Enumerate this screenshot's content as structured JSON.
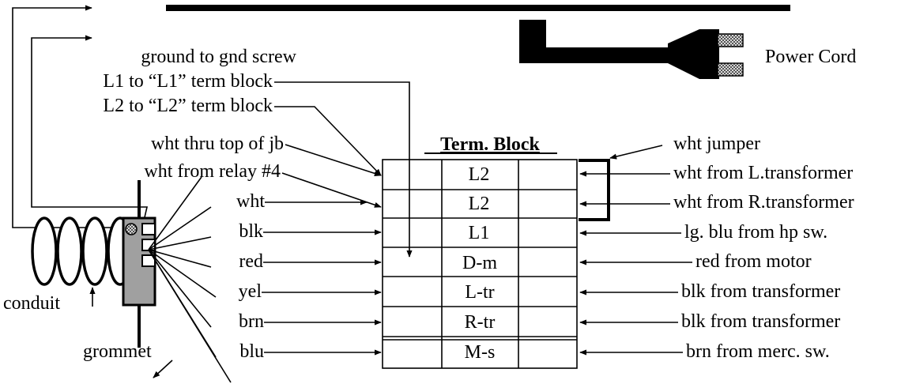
{
  "colors": {
    "ink": "#000000",
    "plug_fill": "#b8b8b8",
    "box_fill": "#a0a0a0"
  },
  "power_cord_label": "Power Cord",
  "terminal_block": {
    "title": "Term. Block",
    "rows": [
      "L2",
      "L2",
      "L1",
      "D-m",
      "L-tr",
      "R-tr",
      "M-s"
    ]
  },
  "left_labels": [
    "ground to gnd screw",
    "L1 to “L1” term block",
    "L2 to “L2” term block",
    "wht thru top of jb",
    "wht from relay #4",
    "wht",
    "blk",
    "red",
    "yel",
    "brn",
    "blu"
  ],
  "right_labels": [
    "wht jumper",
    "wht from L.transformer",
    "wht from R.transformer",
    "lg. blu from hp sw.",
    "red from motor",
    "blk from transformer",
    "blk from transformer",
    "brn from merc. sw."
  ],
  "conduit_label": "conduit",
  "grommet_label": "grommet"
}
